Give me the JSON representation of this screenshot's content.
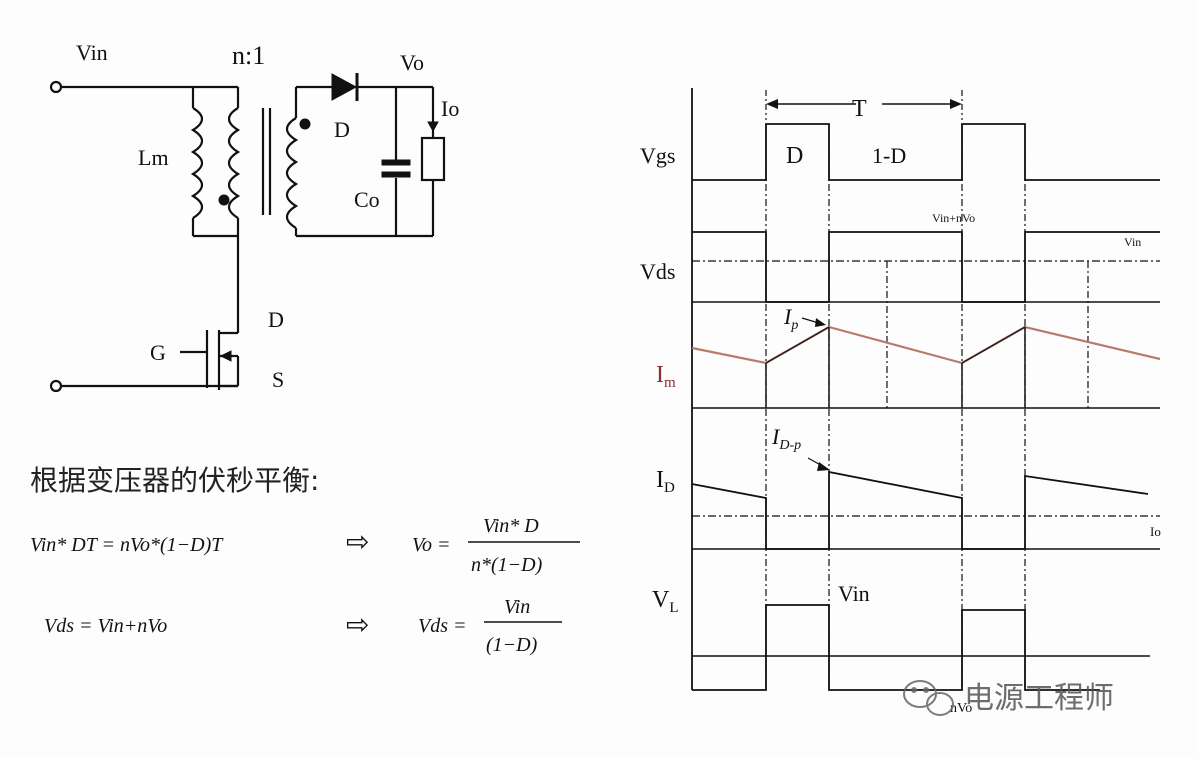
{
  "circuit": {
    "vin": "Vin",
    "ratio": "n:1",
    "vo": "Vo",
    "io": "Io",
    "diode": "D",
    "lm": "Lm",
    "co": "Co",
    "gate": "G",
    "drain": "D",
    "source": "S"
  },
  "equations": {
    "heading": "根据变压器的伏秒平衡:",
    "eq1_left": "Vin* DT = nVo*(1−D)T",
    "eq1_num": "Vin* D",
    "eq1_lhs": "Vo =",
    "eq1_den": "n*(1−D)",
    "eq2_left": "Vds = Vin+nVo",
    "eq2_lhs": "Vds =",
    "eq2_num": "Vin",
    "eq2_den": "(1−D)",
    "arrow": "⇨"
  },
  "waveforms": {
    "period": "T",
    "duty": "D",
    "off_duty": "1-D",
    "vgs": "Vgs",
    "vds": "Vds",
    "vds_peak": "Vin+nVo",
    "vds_vin": "Vin",
    "im": "I",
    "im_sub": "m",
    "ip": "I",
    "ip_sub": "p",
    "id": "I",
    "id_sub": "D",
    "idp": "I",
    "idp_sub": "D-p",
    "io": "Io",
    "vl": "V",
    "vl_sub": "L",
    "vl_vin": "Vin",
    "vl_neg": "nVo",
    "im_color": "#b87a6a"
  },
  "watermark": {
    "text": "电源工程师"
  }
}
